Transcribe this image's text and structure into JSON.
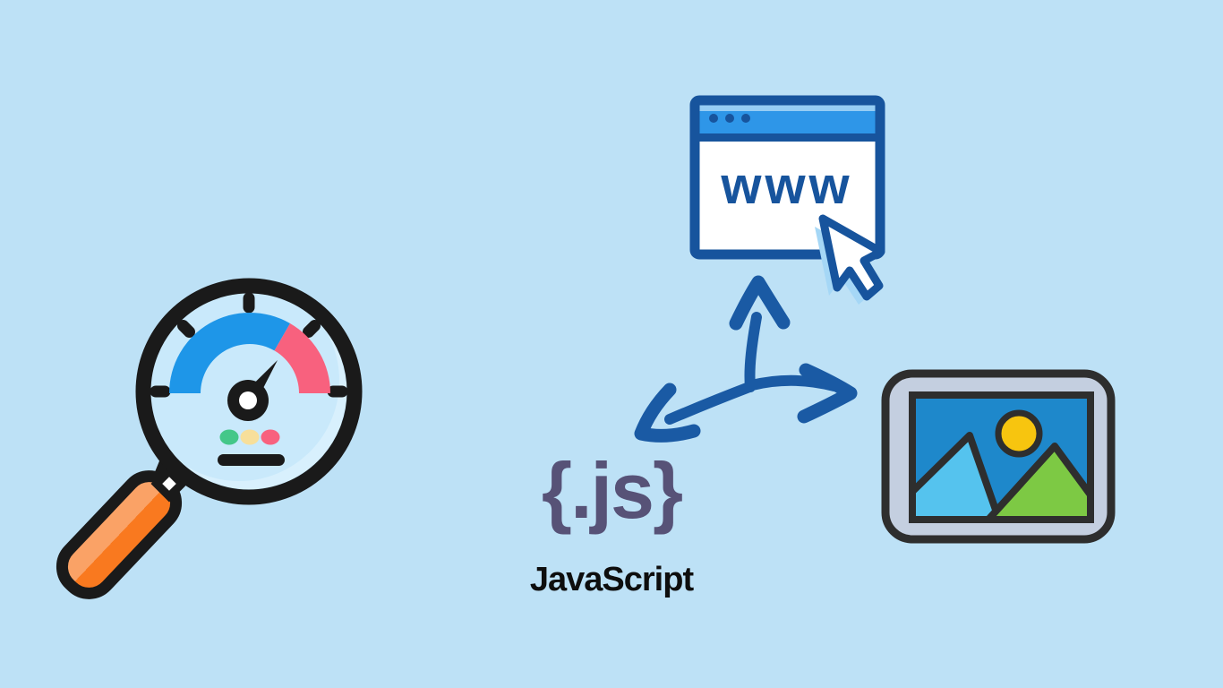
{
  "browser": {
    "www_label": "www"
  },
  "javascript": {
    "logo_text": "{.js}",
    "caption": "JavaScript"
  },
  "icons": {
    "magnifier": "speed-test-magnifier-icon",
    "gauge": "speedometer-gauge-icon",
    "arrows": "three-way-arrows-icon",
    "browser_window": "browser-window-icon",
    "cursor": "cursor-icon",
    "image": "image-icon"
  },
  "colors": {
    "background": "#BDE1F6",
    "line_blue": "#17549D",
    "arrow_blue": "#1A5AA4",
    "browser_bar_blue": "#2E96E8",
    "browser_bar_light": "#96CDF4",
    "cursor_shadow_blue": "#A5D7F6",
    "lens_fill": "#C9E9FB",
    "lens_highlight": "#D8F0FD",
    "outline_dark": "#1A1A1A",
    "gauge_blue": "#1E96E8",
    "gauge_pink": "#F8617E",
    "dot_green": "#44C789",
    "dot_yellow": "#F7DF9A",
    "dot_pink": "#F8617E",
    "handle_orange_light": "#FAA266",
    "handle_orange": "#F9791F",
    "frame_gray": "#C4CFE0",
    "frame_outline": "#2E2E2E",
    "sky_blue": "#1E88CB",
    "sun_yellow": "#F7C50F",
    "mountain_light_blue": "#55C3EE",
    "mountain_green": "#7DC944",
    "js_logo_color": "#575277",
    "caption_color": "#0E0E0E"
  }
}
